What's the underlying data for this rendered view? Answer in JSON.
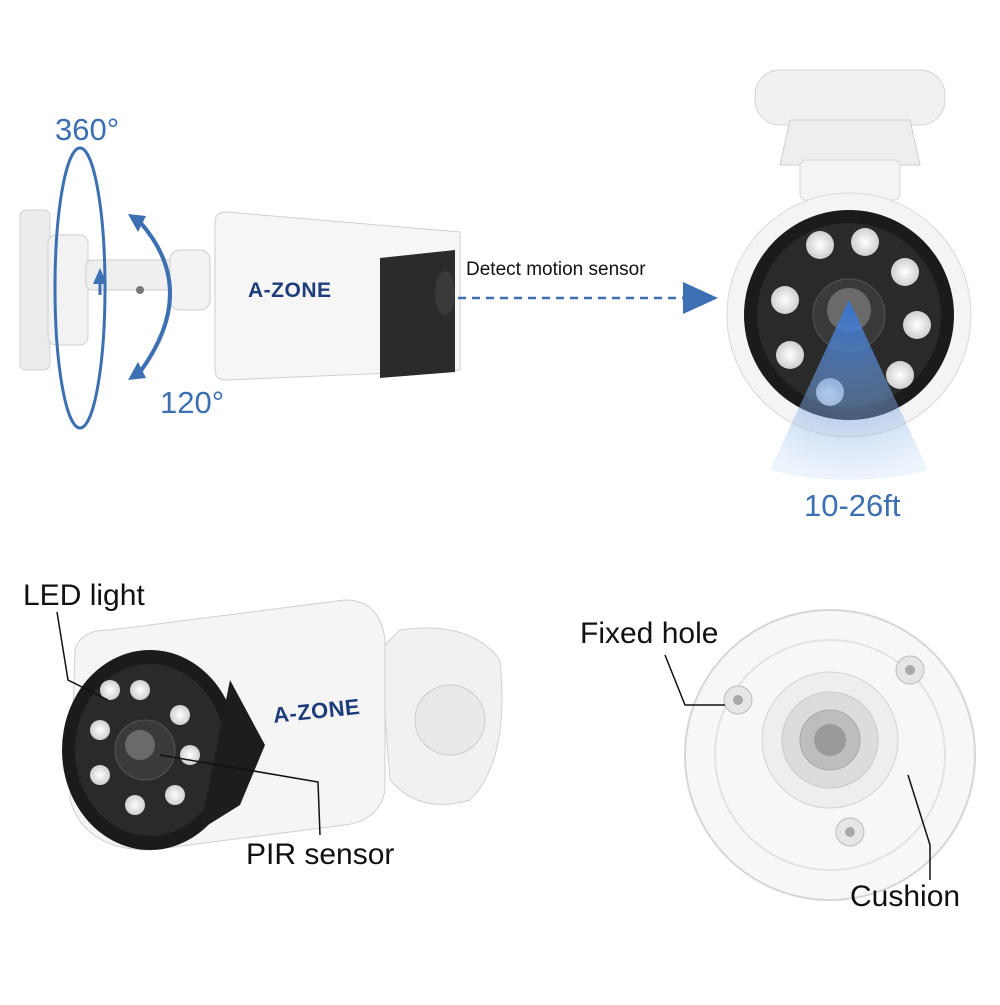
{
  "rotation": {
    "horizontal_angle": "360°",
    "tilt_angle": "120°"
  },
  "motion": {
    "detect_label": "Detect motion sensor",
    "range": "10-26ft"
  },
  "features": {
    "led_light": "LED light",
    "pir_sensor": "PIR sensor",
    "fixed_hole": "Fixed hole",
    "cushion": "Cushion"
  },
  "brand": {
    "logo_text": "A-ZONE"
  },
  "colors": {
    "accent_blue": "#3d6fb3",
    "dark_lens": "#1b1b1b",
    "body_white": "#f4f4f4"
  }
}
